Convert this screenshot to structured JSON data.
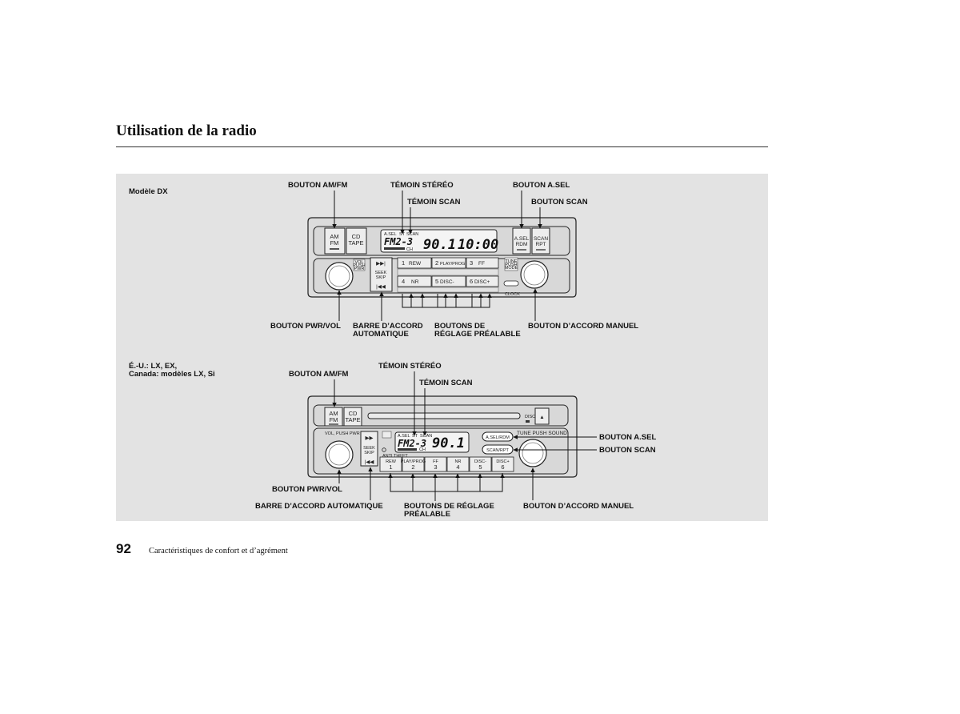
{
  "page": {
    "title": "Utilisation de la radio",
    "number": "92",
    "footer": "Caractéristiques de confort et d’agrément"
  },
  "colors": {
    "panel_bg": "#e3e3e3",
    "unit_bg": "#dcdcdc",
    "key_bg": "#ededed",
    "line": "#222222"
  },
  "dx": {
    "model": "Modèle DX",
    "callouts": {
      "am_fm": "BOUTON AM/FM",
      "stereo": "TÉMOIN STÉRÉO",
      "scan_ind": "TÉMOIN SCAN",
      "asel": "BOUTON A.SEL",
      "scan_btn": "BOUTON SCAN",
      "pwr_vol": "BOUTON PWR/VOL",
      "seek_1": "BARRE D’ACCORD",
      "seek_2": "AUTOMATIQUE",
      "preset_1": "BOUTONS DE",
      "preset_2": "RÉGLAGE PRÉALABLE",
      "tune": "BOUTON D’ACCORD MANUEL"
    },
    "unit": {
      "am": "AM",
      "fm": "FM",
      "cd": "CD",
      "tape": "TAPE",
      "asel_1": "A.SEL",
      "asel_2": "RDM",
      "scan_1": "SCAN",
      "scan_2": "RPT",
      "lcd_ind_1": "A.SEL",
      "lcd_ind_2": "ST",
      "lcd_ind_3": "SCAN",
      "lcd_band": "FM2-3",
      "lcd_freq": "90.1",
      "lcd_clock": "10:00",
      "lcd_ch": "CH",
      "vol_1": "VOL",
      "vol_2": "PUSH",
      "vol_3": "PWR",
      "seek": "SEEK",
      "skip": "SKIP",
      "p1": "1",
      "p1_label": "REW",
      "p2": "2",
      "p2_label": "PLAY/PROG",
      "p3": "3",
      "p3_label": "FF",
      "p4": "4",
      "p4_label": "NR",
      "p5": "5",
      "p5_label": "DISC-",
      "p6": "6",
      "p6_label": "DISC+",
      "tune_1": "TUNE",
      "tune_2": "PUSH",
      "tune_3": "MODE",
      "clock": "CLOCK"
    }
  },
  "lx": {
    "model_1": "É.-U.: LX, EX,",
    "model_2": "Canada: modèles LX, Si",
    "callouts": {
      "am_fm": "BOUTON AM/FM",
      "stereo": "TÉMOIN STÉRÉO",
      "scan_ind": "TÉMOIN SCAN",
      "asel": "BOUTON A.SEL",
      "scan_btn": "BOUTON SCAN",
      "pwr_vol": "BOUTON PWR/VOL",
      "seek": "BARRE D’ACCORD AUTOMATIQUE",
      "preset_1": "BOUTONS DE RÉGLAGE",
      "preset_2": "PRÉALABLE",
      "tune": "BOUTON D’ACCORD MANUEL"
    },
    "unit": {
      "am": "AM",
      "fm": "FM",
      "cd": "CD",
      "tape": "TAPE",
      "vol": "VOL, PUSH PWR",
      "lcd_ind_1": "A.SEL",
      "lcd_ind_2": "ST",
      "lcd_ind_3": "SCAN",
      "lcd_band": "FM2-3",
      "lcd_freq": "90.1",
      "lcd_ch": "CH",
      "asel": "A.SEL/RDM",
      "scan": "SCAN/RPT",
      "tune": "TUNE PUSH SOUND",
      "seek": "SEEK",
      "skip": "SKIP",
      "theft": "ANTI THEFT",
      "p1": "1",
      "p1_label": "REW",
      "p2": "2",
      "p2_label": "PLAY/PROG",
      "p3": "3",
      "p3_label": "FF",
      "p4": "4",
      "p4_label": "NR",
      "p5": "5",
      "p5_label": "DISC-",
      "p6": "6",
      "p6_label": "DISC+",
      "disc": "DISC"
    }
  }
}
